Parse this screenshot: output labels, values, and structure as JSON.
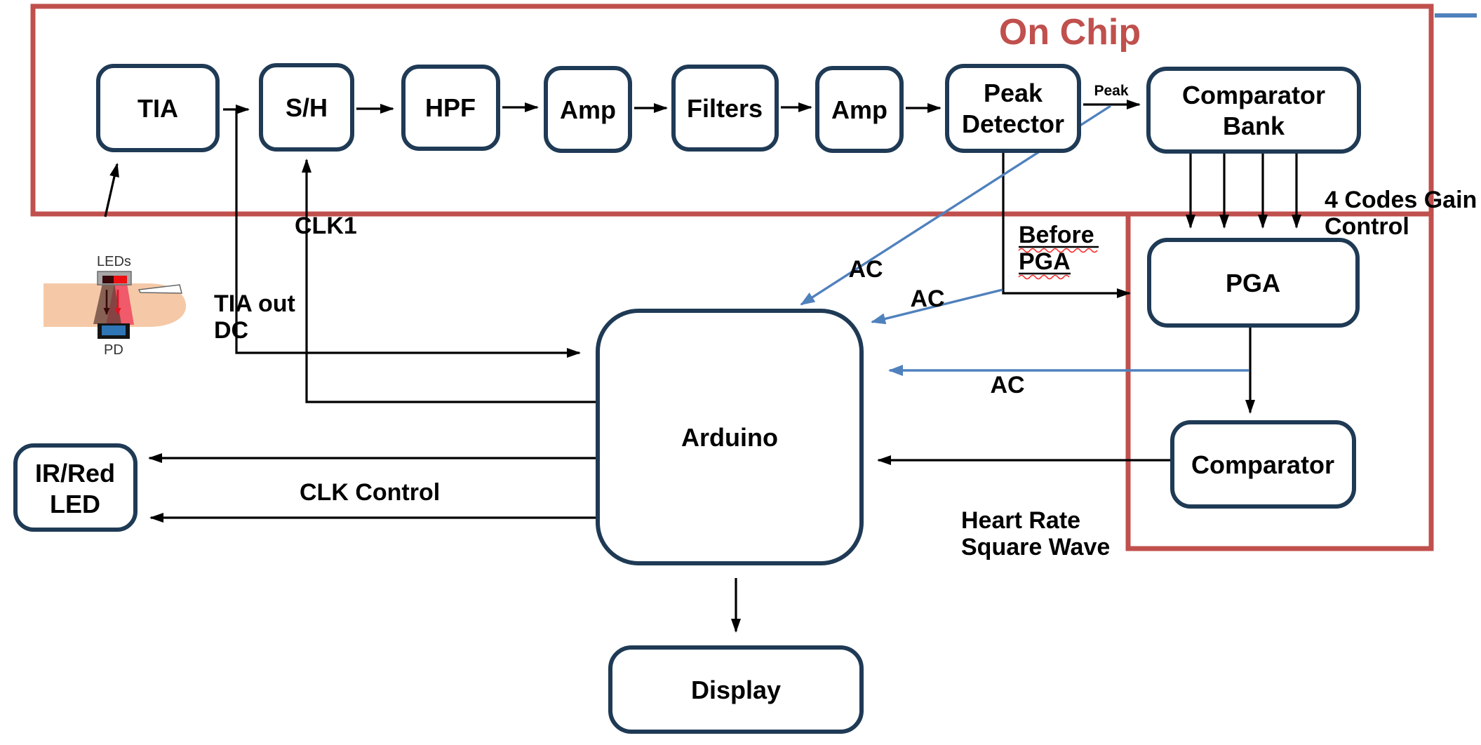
{
  "title": {
    "on_chip": "On Chip"
  },
  "nodes": {
    "tia": {
      "label": "TIA"
    },
    "sample_hold": {
      "label": "S/H"
    },
    "hpf": {
      "label": "HPF"
    },
    "amp1": {
      "label": "Amp"
    },
    "filters": {
      "label": "Filters"
    },
    "amp2": {
      "label": "Amp"
    },
    "peak_detector": {
      "line1": "Peak",
      "line2": "Detector"
    },
    "comparator_bank": {
      "line1": "Comparator",
      "line2": "Bank"
    },
    "pga": {
      "label": "PGA"
    },
    "comparator": {
      "label": "Comparator"
    },
    "arduino": {
      "label": "Arduino"
    },
    "display": {
      "label": "Display"
    },
    "ir_red_led": {
      "line1": "IR/Red",
      "line2": "LED"
    }
  },
  "labels": {
    "peak": "Peak",
    "clk1": "CLK1",
    "tia_out_line1": "TIA out",
    "tia_out_line2": "DC",
    "clk_control": "CLK Control",
    "ac_peak": "AC",
    "ac_before_pga": "AC",
    "ac_pga": "AC",
    "before_pga_line1": "Before",
    "before_pga_line2": "PGA",
    "gain_line1": "4 Codes Gain",
    "gain_line2": "Control",
    "heart_line1": "Heart Rate",
    "heart_line2": "Square Wave",
    "leds": "LEDs",
    "pd": "PD"
  },
  "colors": {
    "accent_red": "#C0504D",
    "node_border_navy": "#1F3A55",
    "arrow_blue": "#4F81BD",
    "wire_black": "#000000",
    "skin": "#F5C9A7",
    "led_bright_red": "#EE1013",
    "led_dark_red": "#38090B",
    "pd_blue": "#2E75B6",
    "module_gray": "#A8A8A8",
    "squiggle_red": "#FF2A2A"
  }
}
